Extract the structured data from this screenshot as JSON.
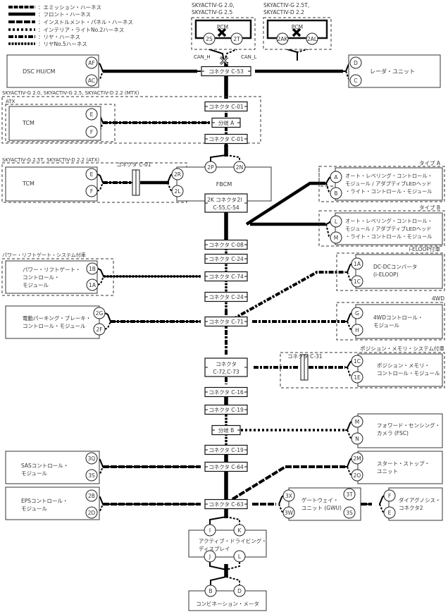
{
  "legend": [
    {
      "style": "emission",
      "label": "：エミッション・ハーネス"
    },
    {
      "style": "front",
      "label": "：フロント・ハーネス"
    },
    {
      "style": "instrument",
      "label": "：インストルメント・パネル・ハーネス"
    },
    {
      "style": "interior",
      "label": "：インテリア・ライトNo.2ハーネス"
    },
    {
      "style": "rear",
      "label": "：リヤ・ハーネス"
    },
    {
      "style": "rear5",
      "label": "：リヤNo.5ハーネス"
    }
  ],
  "pcm_groups": [
    {
      "title": [
        "SKYACTIV-G 2.0,",
        "SKYACTIV-G 2.5"
      ],
      "module": "PCM",
      "pins": [
        "2S",
        "2T"
      ]
    },
    {
      "title": [
        "SKYACTIV-G 2.5T,",
        "SKYACTIV-D 2.2"
      ],
      "module": "PCM",
      "pins": [
        "2AK",
        "2AL"
      ]
    }
  ],
  "can_labels": {
    "high": "CAN_H",
    "low": "CAN_L"
  },
  "trunk_connectors": [
    {
      "id": "c53",
      "label": [
        "コネクタ C-53"
      ]
    },
    {
      "id": "c01a",
      "label": [
        "コネクタ C-01"
      ]
    },
    {
      "id": "branchA",
      "label": [
        "分岐 A"
      ]
    },
    {
      "id": "c01b",
      "label": [
        "コネクタ C-01"
      ]
    },
    {
      "id": "c5554",
      "label": [
        "コネクタ",
        "C-55,C-54"
      ]
    },
    {
      "id": "c08",
      "label": [
        "コネクタ C-08"
      ]
    },
    {
      "id": "c24a",
      "label": [
        "コネクタ C-24"
      ]
    },
    {
      "id": "c74",
      "label": [
        "コネクタ C-74"
      ]
    },
    {
      "id": "c24b",
      "label": [
        "コネクタ C-24"
      ]
    },
    {
      "id": "c71",
      "label": [
        "コネクタ C-71"
      ]
    },
    {
      "id": "c7273",
      "label": [
        "コネクタ",
        "C-72,C-73"
      ]
    },
    {
      "id": "c16",
      "label": [
        "コネクタ C-16"
      ]
    },
    {
      "id": "c19a",
      "label": [
        "コネクタ C-19"
      ]
    },
    {
      "id": "branchB",
      "label": [
        "分岐 B"
      ]
    },
    {
      "id": "c19b",
      "label": [
        "コネクタ C-19"
      ]
    },
    {
      "id": "c64",
      "label": [
        "コネクタ C-64"
      ]
    },
    {
      "id": "c63",
      "label": [
        "コネクタ C-63"
      ]
    }
  ],
  "group_labels": {
    "mtx": "SKYACTIV-G 2.0, SKYACTIV-G 2.5, SKYACTIV-D 2.2 (MTX)",
    "atx": "ATX",
    "atx2": "SKYACTIV-G 2.5T, SKYACTIV-D 2.2 (ATX)",
    "c01_inline": "コネクタ C-01",
    "typeA": "タイプ A",
    "typeB": "タイプ B",
    "liftgate": "パワー・リフトゲート・システム付車",
    "ieloop": "i-ELOOP付車",
    "awd": "4WD",
    "position": "ポジション・メモリ・システム付車",
    "c31_inline": "コネクタ C-31"
  },
  "modules": {
    "dsc": {
      "name": [
        "DSC HU/CM"
      ],
      "pins": [
        "AF",
        "AC"
      ]
    },
    "radar": {
      "name": [
        "レーダ・ユニット"
      ],
      "pins": [
        "D",
        "C"
      ]
    },
    "tcm1": {
      "name": [
        "TCM"
      ],
      "pins": [
        "E",
        "F"
      ]
    },
    "tcm2": {
      "name": [
        "TCM"
      ],
      "pins": [
        "E",
        "F"
      ]
    },
    "fbcm": {
      "name": [
        "FBCM"
      ],
      "pins_top": [
        "2P",
        "2N"
      ],
      "pins_left": [
        "2R",
        "2L"
      ],
      "pins_bottom": [
        "2K",
        "2I"
      ]
    },
    "autolevelA": {
      "name": [
        "オート・レベリング・コントロール・",
        "モジュール / アダプティブLEDヘッド",
        "・ライト・コントロール・モジュール"
      ],
      "pins": [
        "A",
        "B"
      ]
    },
    "autolevelB": {
      "name": [
        "オート・レベリング・コントロール・",
        "モジュール / アダプティブLEDヘッド",
        "・ライト・コントロール・モジュール"
      ],
      "pins": [
        "L",
        "M"
      ]
    },
    "liftgate": {
      "name": [
        "パワー・リフトゲート・",
        "コントロール・",
        "モジュール"
      ],
      "pins": [
        "1B",
        "1A"
      ]
    },
    "dcdc": {
      "name": [
        "DC-DCコンバータ",
        "(i-ELOOP)"
      ],
      "pins": [
        "1A",
        "1C"
      ]
    },
    "epb": {
      "name": [
        "電動パーキング・ブレーキ・",
        "コントロール・モジュール"
      ],
      "pins": [
        "2G",
        "2F"
      ]
    },
    "awd": {
      "name": [
        "4WDコントロール・",
        "モジュール"
      ],
      "pins": [
        "G",
        "H"
      ]
    },
    "position": {
      "name": [
        "ポジション・メモリ・",
        "コントロール・モジュール"
      ],
      "pins": [
        "1C",
        "1E"
      ]
    },
    "fsc": {
      "name": [
        "フォワード・センシング・",
        "カメラ (FSC)"
      ],
      "pins": [
        "M",
        "N"
      ]
    },
    "sas": {
      "name": [
        "SASコントロール・",
        "モジュール"
      ],
      "pins": [
        "3Q",
        "3S"
      ]
    },
    "startstop": {
      "name": [
        "スタート・ストップ・",
        "ユニット"
      ],
      "pins": [
        "2M",
        "2O"
      ]
    },
    "eps": {
      "name": [
        "EPSコントロール・",
        "モジュール"
      ],
      "pins": [
        "2B",
        "2D"
      ]
    },
    "gwu": {
      "name": [
        "ゲートウェイ・",
        "ユニット (GWU)"
      ],
      "pins_left": [
        "3X",
        "3W"
      ],
      "pins_right": [
        "3T",
        "3S"
      ]
    },
    "dlc": {
      "name": [
        "ダイアグノシス・",
        "コネクタ2"
      ],
      "pins": [
        "F",
        "E"
      ]
    },
    "ads": {
      "name": [
        "アクティブ・ドライビング・",
        "ディスプレイ"
      ],
      "pins_top": [
        "I",
        "K"
      ],
      "pins_bottom": [
        "J",
        "L"
      ]
    },
    "meter": {
      "name": [
        "コンビネーション・メータ"
      ],
      "pins": [
        "B",
        "D"
      ]
    }
  }
}
